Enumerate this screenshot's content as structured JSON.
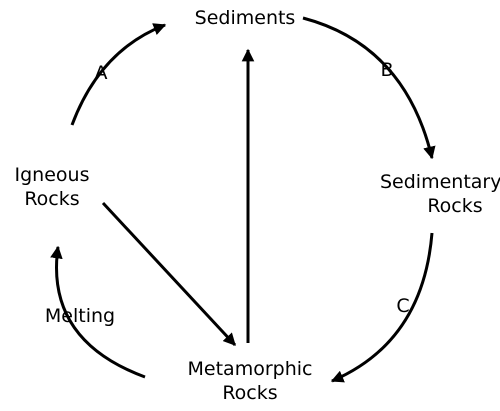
{
  "diagram": {
    "nodes": {
      "sediments": {
        "text": "Sediments"
      },
      "sedimentary_rocks": {
        "line1": "Sedimentary",
        "line2": "Rocks"
      },
      "metamorphic_rocks": {
        "line1": "Metamorphic",
        "line2": "Rocks"
      },
      "igneous_rocks": {
        "line1": "Igneous",
        "line2": "Rocks"
      }
    },
    "edge_labels": {
      "a": "A",
      "b": "B",
      "c": "C",
      "melting": "Melting"
    },
    "colors": {
      "stroke": "#000000",
      "text": "#000000",
      "background": "#ffffff"
    }
  }
}
